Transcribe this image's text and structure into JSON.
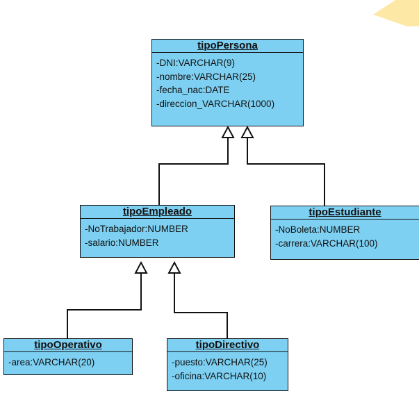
{
  "classes": {
    "persona": {
      "name": "tipoPersona",
      "attrs": [
        "-DNI:VARCHAR(9)",
        "-nombre:VARCHAR(25)",
        "-fecha_nac:DATE",
        "-direccion_VARCHAR(1000)"
      ]
    },
    "empleado": {
      "name": "tipoEmpleado",
      "attrs": [
        "-NoTrabajador:NUMBER",
        "-salario:NUMBER"
      ]
    },
    "estudiante": {
      "name": "tipoEstudiante",
      "attrs": [
        "-NoBoleta:NUMBER",
        "-carrera:VARCHAR(100)"
      ]
    },
    "operativo": {
      "name": "tipoOperativo",
      "attrs": [
        "-area:VARCHAR(20)"
      ]
    },
    "directivo": {
      "name": "tipoDirectivo",
      "attrs": [
        "-puesto:VARCHAR(25)",
        "-oficina:VARCHAR(10)"
      ]
    }
  },
  "inheritance": [
    {
      "child": "tipoEmpleado",
      "parent": "tipoPersona"
    },
    {
      "child": "tipoEstudiante",
      "parent": "tipoPersona"
    },
    {
      "child": "tipoOperativo",
      "parent": "tipoEmpleado"
    },
    {
      "child": "tipoDirectivo",
      "parent": "tipoEmpleado"
    }
  ],
  "colors": {
    "class_fill": "#7dd0f2",
    "border": "#111111",
    "corner_mark": "#fde8a6"
  }
}
